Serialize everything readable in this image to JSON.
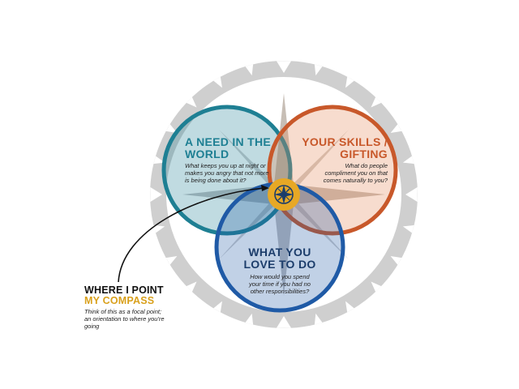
{
  "colors": {
    "ring": "#cfcfcf",
    "need": "#1e7f93",
    "skills": "#c8582a",
    "love": "#1f5aa6",
    "compass_gold": "#e7a825",
    "compass_navy": "#1c3d6b"
  },
  "circles": {
    "need": {
      "title_line1": "A NEED IN THE",
      "title_line2": "WORLD",
      "subtitle": "What keeps you up at night or makes you angry that not more is being done about it?"
    },
    "skills": {
      "title_line1": "YOUR SKILLS /",
      "title_line2": "GIFTING",
      "subtitle": "What do people compliment you on that comes naturally to you?"
    },
    "love": {
      "title_line1": "WHAT YOU",
      "title_line2": "LOVE TO DO",
      "subtitle": "How would you spend your time if you had no other responsibilities?"
    }
  },
  "callout": {
    "line1": "WHERE I POINT",
    "line2": "MY COMPASS",
    "subtitle": "Think of this as a focal point; an orientation to where you're going"
  },
  "icons": [
    "compass-icon",
    "compass-rose"
  ]
}
